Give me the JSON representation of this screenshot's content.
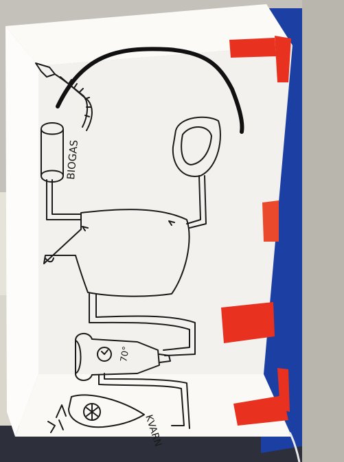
{
  "photo": {
    "subject": "hand-drawn sketch on folded white paper",
    "labels": {
      "biogas": "BIOGAS",
      "temperature": "70°",
      "kvarn": "KVARN"
    }
  },
  "colors": {
    "paper": "#f4f3ef",
    "ink": "#1a1a1a",
    "tape": "#e8321f",
    "blue_backing": "#1b3fa3",
    "wall": "#c9c6bf",
    "pipe_cleaner": "#111111"
  }
}
